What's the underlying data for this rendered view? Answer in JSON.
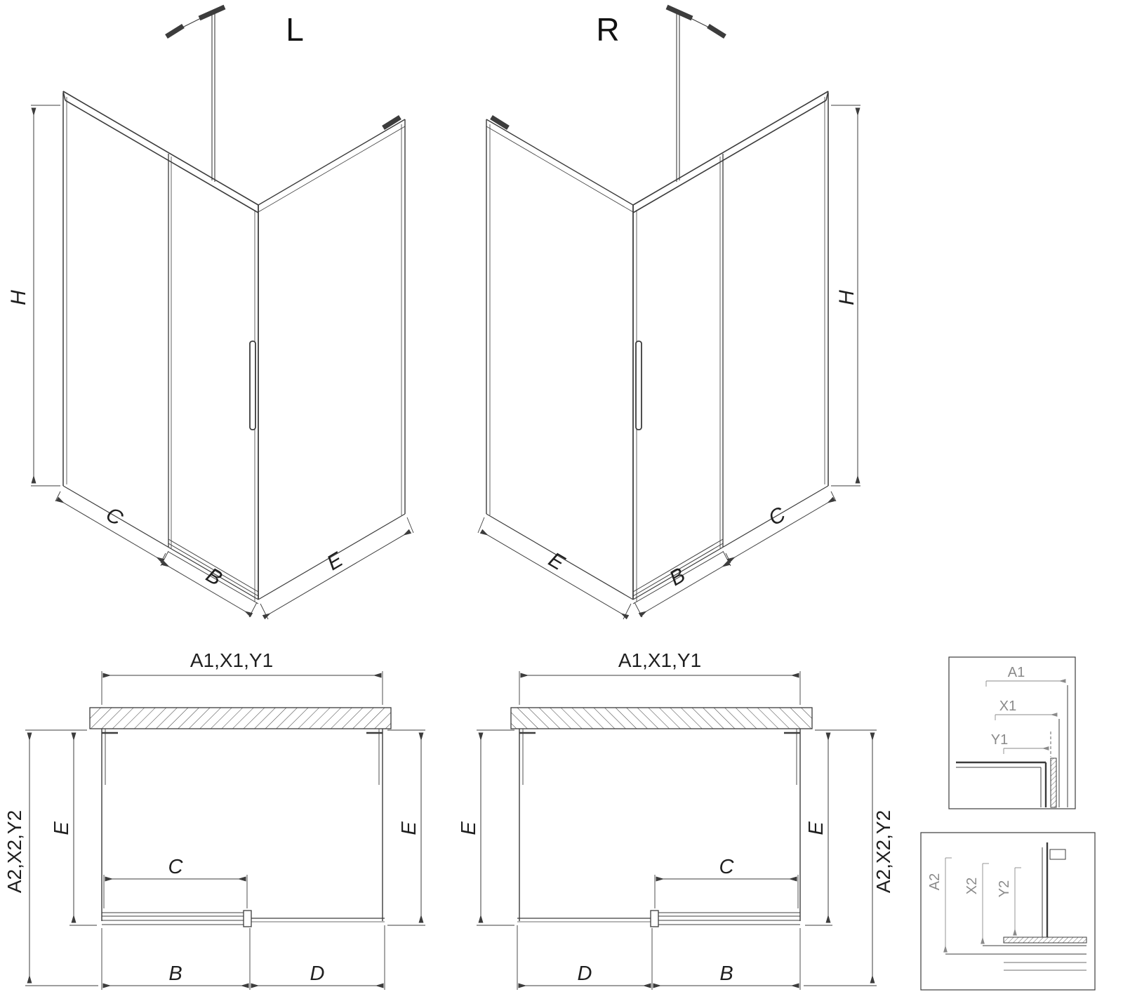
{
  "drawing": {
    "iso_left": {
      "title": "L",
      "dim_height": "H",
      "dim_panel": "C",
      "dim_door": "B",
      "dim_side": "E"
    },
    "iso_right": {
      "title": "R",
      "dim_height": "H",
      "dim_panel": "C",
      "dim_door": "B",
      "dim_side": "E"
    },
    "plan_left": {
      "dim_width": "A1,X1,Y1",
      "dim_depth": "A2,X2,Y2",
      "dim_side_left": "E",
      "dim_side_right": "E",
      "dim_opening": "C",
      "dim_door": "B",
      "dim_fixed": "D"
    },
    "plan_right": {
      "dim_width": "A1,X1,Y1",
      "dim_depth": "A2,X2,Y2",
      "dim_side_left": "E",
      "dim_side_right": "E",
      "dim_opening": "C",
      "dim_door": "B",
      "dim_fixed": "D"
    },
    "detail_top": {
      "a1": "A1",
      "x1": "X1",
      "y1": "Y1"
    },
    "detail_bottom": {
      "a2": "A2",
      "x2": "X2",
      "y2": "Y2"
    }
  }
}
